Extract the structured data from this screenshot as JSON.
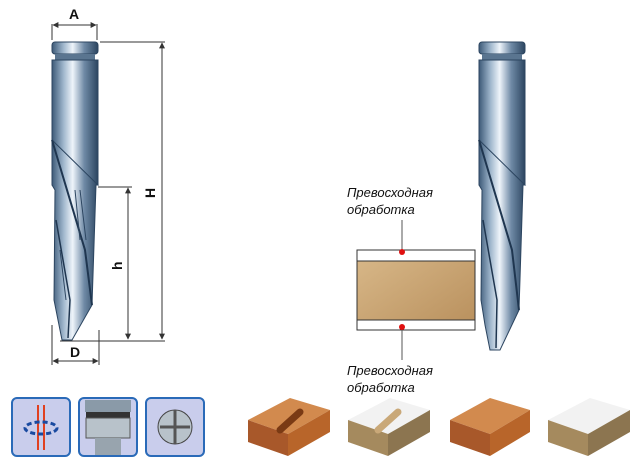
{
  "dimensions": {
    "A": "A",
    "H": "H",
    "h": "h",
    "D": "D"
  },
  "annotations": {
    "top": {
      "line1": "Превосходная",
      "line2": "обработка"
    },
    "bottom": {
      "line1": "Превосходная",
      "line2": "обработка"
    }
  },
  "icons": [
    "up-down-rotation-icon",
    "collet-shank-icon",
    "cutter-end-icon"
  ],
  "samples": [
    "wood-slot-sample",
    "chipboard-slot-sample",
    "wood-profile-sample",
    "chipboard-profile-sample"
  ],
  "colors": {
    "accent": "#2a6ab8",
    "marker": "#e01010",
    "wood": "#b8652a",
    "chipboard": "#c9a878"
  }
}
